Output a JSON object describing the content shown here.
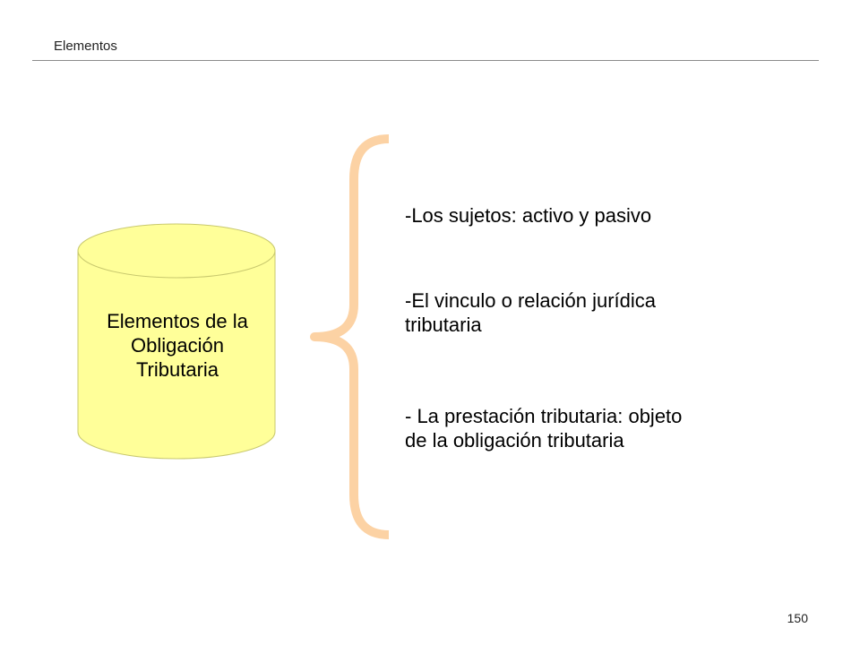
{
  "header": {
    "title": "Elementos"
  },
  "cylinder": {
    "lines": [
      "Elementos de la",
      "Obligación",
      "Tributaria"
    ]
  },
  "items": [
    {
      "lines": [
        "-Los sujetos: activo y pasivo"
      ]
    },
    {
      "lines": [
        "-El vinculo o relación jurídica",
        "tributaria"
      ]
    },
    {
      "lines": [
        "- La prestación tributaria: objeto",
        "de la obligación tributaria"
      ]
    }
  ],
  "footer": {
    "page_number": "150"
  },
  "colors": {
    "cylinder_fill": "#ffff99",
    "cylinder_stroke": "#c8c86e",
    "brace": "#fcd2a4",
    "rule": "#8c8c8c"
  }
}
